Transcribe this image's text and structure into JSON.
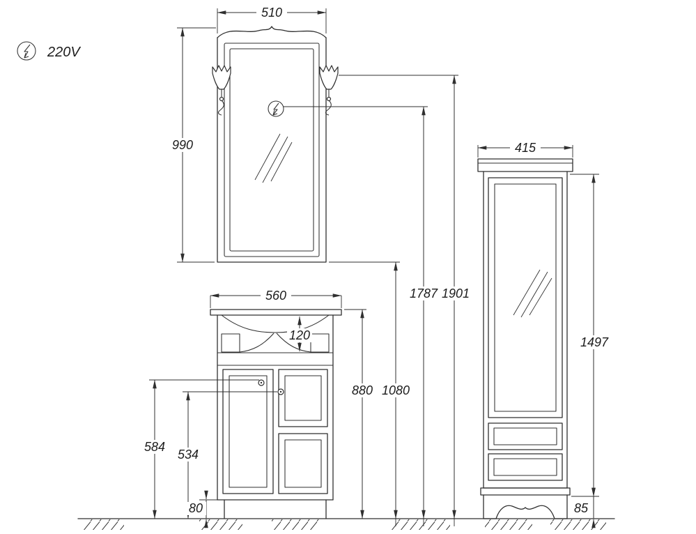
{
  "power": {
    "label": "220V",
    "symbol": "lightning-in-circle-icon"
  },
  "dimensions": {
    "mirror_width": "510",
    "mirror_height": "990",
    "vanity_width": "560",
    "basin_height": "120",
    "vanity_height": "880",
    "mirror_bottom_height": "1080",
    "socket_height": "1787",
    "total_height": "1901",
    "left_knob_height": "584",
    "right_knob_height": "534",
    "vanity_plinth_height": "80",
    "cabinet_width": "415",
    "cabinet_height": "1497",
    "cabinet_plinth_height": "85"
  },
  "colors": {
    "line": "#2f2f2f",
    "background": "#ffffff"
  }
}
